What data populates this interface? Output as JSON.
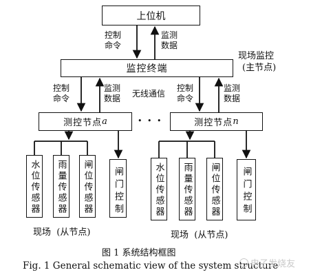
{
  "boxes": {
    "host": "上位机",
    "terminal": "监控终端",
    "node_a": "测控节点",
    "node_a_var": "a",
    "node_n": "测控节点",
    "node_n_var": "n"
  },
  "arrows": {
    "control_cmd": "控制\n命令",
    "monitor_data": "监测\n数据",
    "wireless": "无线通信",
    "ellipsis": "• • •"
  },
  "master": {
    "line1": "现场监控",
    "line2": "(主节点)"
  },
  "field_left": {
    "water_level": "水位传感器",
    "rain": "雨量传感器",
    "gate_pos": "闸位传感器",
    "gate_ctrl": "闸门控制",
    "caption": "现场  (从节点)"
  },
  "field_right": {
    "water_level": "水位传感器",
    "rain": "雨量传感器",
    "gate_pos": "闸位传感器",
    "gate_ctrl": "闸门控制",
    "caption": "现场  (从节点)"
  },
  "figure": {
    "cn_caption": "图 1    系统结构框图",
    "en_caption": "Fig. 1    General schematic view of the system structure"
  },
  "watermark": "电子发烧友"
}
